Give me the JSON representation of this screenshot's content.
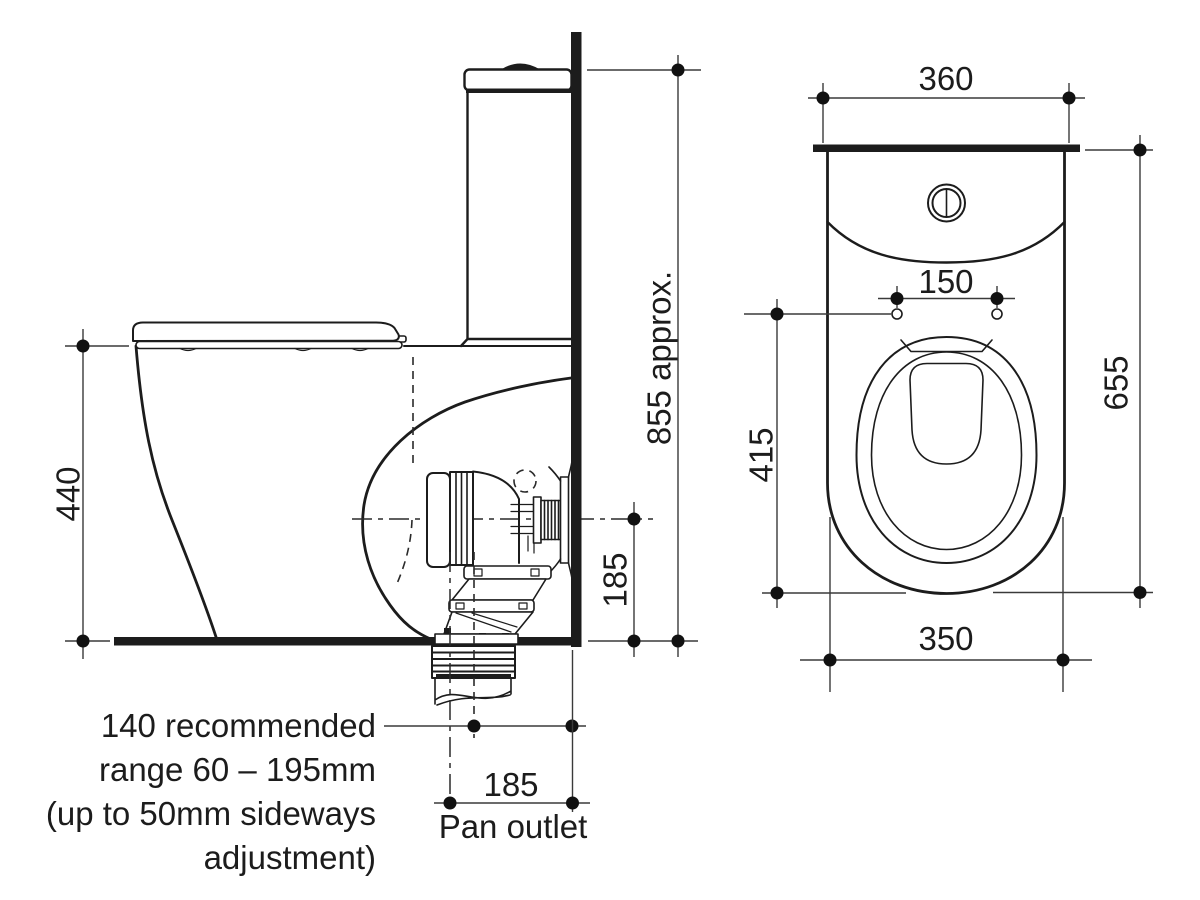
{
  "drawing_type": "toilet-suite-dimension-diagram",
  "colors": {
    "line": "#1c1c1c",
    "dim_line": "#3a3a3a",
    "background": "#ffffff"
  },
  "side_view": {
    "dim_seat_height": "440",
    "dim_overall_height": "855 approx.",
    "dim_outlet_height": "185",
    "dim_outlet_setout": "185",
    "pan_outlet_label": "Pan outlet",
    "note_lines": [
      "140 recommended",
      "range 60 – 195mm",
      "(up to 50mm sideways",
      "adjustment)"
    ]
  },
  "plan_view": {
    "dim_cistern_width": "360",
    "dim_hinge_centres": "150",
    "dim_rim_setout": "415",
    "dim_overall_depth": "655",
    "dim_pan_width": "350"
  }
}
